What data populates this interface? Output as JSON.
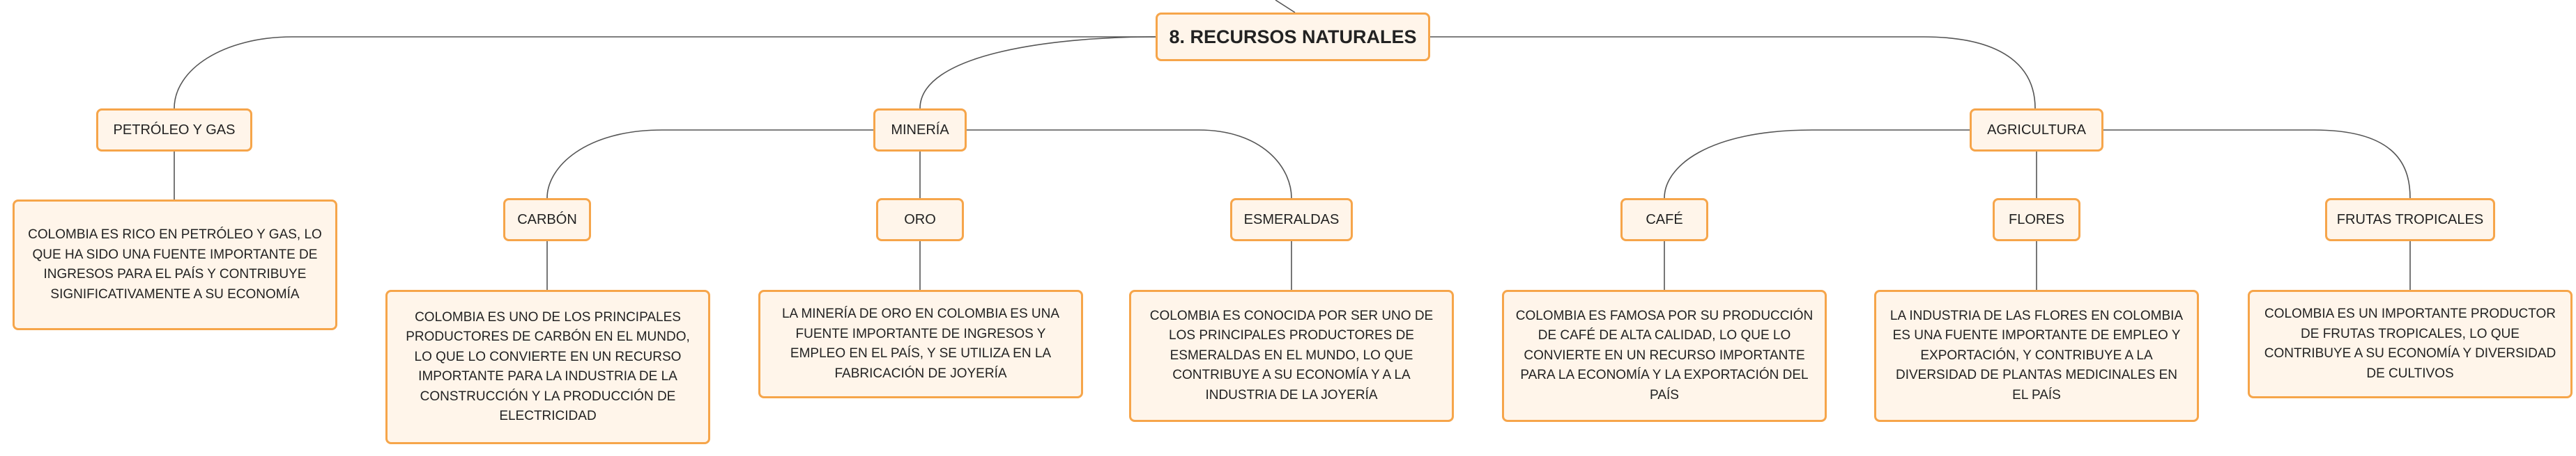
{
  "root": {
    "label": "8. RECURSOS NATURALES"
  },
  "branches": [
    {
      "label": "PETRÓLEO Y GAS",
      "description": "COLOMBIA ES RICO EN PETRÓLEO Y GAS, LO QUE HA SIDO UNA FUENTE IMPORTANTE DE INGRESOS PARA EL PAÍS Y CONTRIBUYE SIGNIFICATIVAMENTE A SU ECONOMÍA"
    },
    {
      "label": "MINERÍA",
      "children": [
        {
          "label": "CARBÓN",
          "description": "COLOMBIA ES UNO DE LOS PRINCIPALES PRODUCTORES DE CARBÓN EN EL MUNDO, LO QUE LO CONVIERTE EN UN RECURSO IMPORTANTE PARA LA INDUSTRIA DE LA CONSTRUCCIÓN Y LA PRODUCCIÓN DE ELECTRICIDAD"
        },
        {
          "label": "ORO",
          "description": "LA MINERÍA DE ORO EN COLOMBIA ES UNA FUENTE IMPORTANTE DE INGRESOS Y EMPLEO EN EL PAÍS, Y SE UTILIZA EN LA FABRICACIÓN DE JOYERÍA"
        },
        {
          "label": "ESMERALDAS",
          "description": "COLOMBIA ES CONOCIDA POR SER UNO DE LOS PRINCIPALES PRODUCTORES DE ESMERALDAS EN EL MUNDO, LO QUE CONTRIBUYE A SU ECONOMÍA Y A LA INDUSTRIA DE LA JOYERÍA"
        }
      ]
    },
    {
      "label": "AGRICULTURA",
      "children": [
        {
          "label": "CAFÉ",
          "description": "COLOMBIA ES FAMOSA POR SU PRODUCCIÓN DE CAFÉ DE ALTA CALIDAD, LO QUE LO CONVIERTE EN UN RECURSO IMPORTANTE PARA LA ECONOMÍA Y LA EXPORTACIÓN DEL PAÍS"
        },
        {
          "label": "FLORES",
          "description": "LA INDUSTRIA DE LAS FLORES EN COLOMBIA ES UNA FUENTE IMPORTANTE DE EMPLEO Y EXPORTACIÓN, Y CONTRIBUYE A LA DIVERSIDAD DE PLANTAS MEDICINALES EN EL PAÍS"
        },
        {
          "label": "FRUTAS TROPICALES",
          "description": "COLOMBIA ES UN IMPORTANTE PRODUCTOR DE FRUTAS TROPICALES, LO QUE CONTRIBUYE A SU ECONOMÍA Y DIVERSIDAD DE CULTIVOS"
        }
      ]
    }
  ]
}
